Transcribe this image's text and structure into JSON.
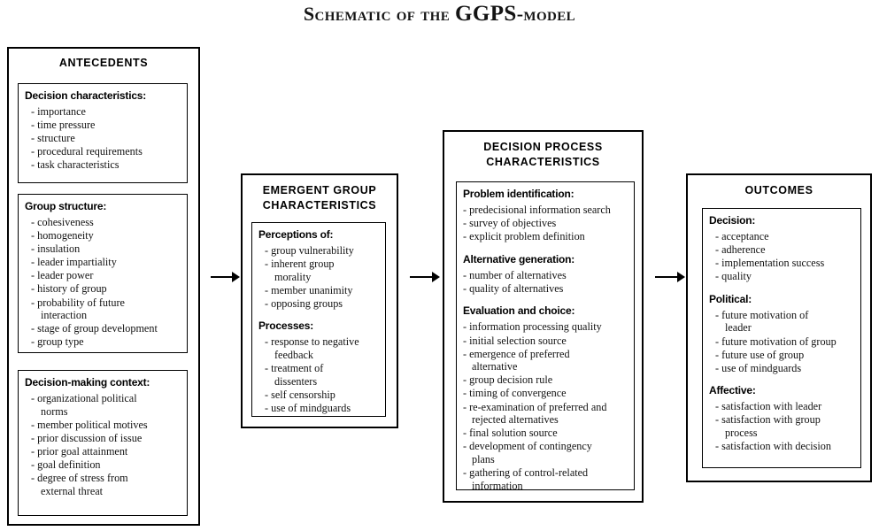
{
  "title": {
    "prefix": "Schematic of the ",
    "emphasis": "GGPS",
    "suffix": "-model",
    "full": "SCHEMATIC OF THE GGPS-MODEL"
  },
  "arrows": [
    {
      "name": "arrow-antecedents-to-emergent"
    },
    {
      "name": "arrow-emergent-to-process"
    },
    {
      "name": "arrow-process-to-outcomes"
    }
  ],
  "stages": [
    {
      "id": "antecedents",
      "title": "ANTECEDENTS",
      "groups": [
        {
          "id": "decision-characteristics",
          "head": "Decision characteristics:",
          "items": [
            "importance",
            "time pressure",
            "structure",
            "procedural requirements",
            "task characteristics"
          ]
        },
        {
          "id": "group-structure",
          "head": "Group structure:",
          "items": [
            "cohesiveness",
            "homogeneity",
            "insulation",
            "leader impartiality",
            "leader power",
            "history of group",
            "probability of future\n   interaction",
            "stage of group development",
            "group type"
          ]
        },
        {
          "id": "decision-making-context",
          "head": "Decision-making context:",
          "items": [
            "organizational political\n   norms",
            "member political motives",
            "prior discussion of issue",
            "prior goal attainment",
            "goal definition",
            "degree of stress from\n   external threat"
          ]
        }
      ]
    },
    {
      "id": "emergent-group-characteristics",
      "title": "EMERGENT GROUP\nCHARACTERISTICS",
      "groups": [
        {
          "id": "perceptions-of",
          "head": "Perceptions of:",
          "items": [
            "group vulnerability",
            "inherent group\n    morality",
            "member unanimity",
            "opposing groups"
          ]
        },
        {
          "id": "processes",
          "head": "Processes:",
          "items": [
            "response to negative\n    feedback",
            "treatment of\n    dissenters",
            "self censorship",
            "use of mindguards"
          ]
        }
      ]
    },
    {
      "id": "decision-process-characteristics",
      "title": "DECISION PROCESS\nCHARACTERISTICS",
      "groups": [
        {
          "id": "problem-identification",
          "head": "Problem identification:",
          "items": [
            "predecisional information search",
            "survey of objectives",
            "explicit problem definition"
          ]
        },
        {
          "id": "alternative-generation",
          "head": "Alternative generation:",
          "items": [
            "number of alternatives",
            "quality of alternatives"
          ]
        },
        {
          "id": "evaluation-and-choice",
          "head": "Evaluation and choice:",
          "items": [
            "information processing quality",
            "initial selection source",
            "emergence of preferred\n   alternative",
            "group decision rule",
            "timing of convergence",
            "re-examination of preferred and\n   rejected alternatives",
            "final solution source",
            "development of contingency\n   plans",
            "gathering of control-related\n   information"
          ]
        }
      ]
    },
    {
      "id": "outcomes",
      "title": "OUTCOMES",
      "groups": [
        {
          "id": "decision",
          "head": "Decision:",
          "items": [
            "acceptance",
            "adherence",
            "implementation success",
            "quality"
          ]
        },
        {
          "id": "political",
          "head": "Political:",
          "items": [
            "future motivation of\n   leader",
            "future motivation of group",
            "future use of group",
            "use of mindguards"
          ]
        },
        {
          "id": "affective",
          "head": "Affective:",
          "items": [
            "satisfaction with leader",
            "satisfaction with group\n   process",
            "satisfaction with decision"
          ]
        }
      ]
    }
  ]
}
